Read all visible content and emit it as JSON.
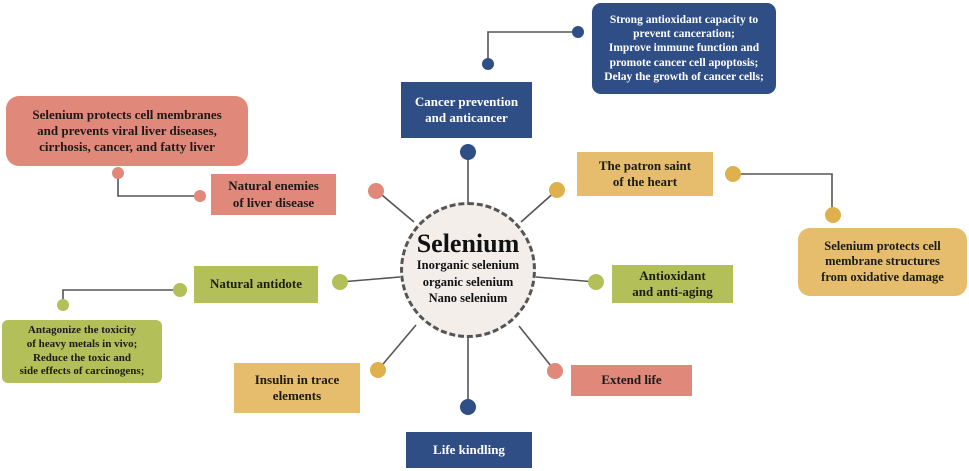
{
  "center": {
    "title": "Selenium",
    "lines": [
      "Inorganic selenium",
      "organic selenium",
      "Nano selenium"
    ]
  },
  "branches": {
    "cancer": {
      "label": "Cancer prevention\nand anticancer",
      "detail": "Strong antioxidant capacity to\nprevent canceration;\nImprove immune function and\npromote cancer cell apoptosis;\nDelay the growth of cancer cells;"
    },
    "heart": {
      "label": "The patron saint\nof the heart",
      "detail": "Selenium protects cell\nmembrane structures\nfrom oxidative damage"
    },
    "liver": {
      "label": "Natural enemies\nof liver disease",
      "detail": "Selenium protects cell membranes\nand prevents viral liver diseases,\ncirrhosis, cancer, and fatty liver"
    },
    "antidote": {
      "label": "Natural antidote",
      "detail": "Antagonize the toxicity\nof heavy metals in vivo;\nReduce the toxic and\nside effects of carcinogens;"
    },
    "antioxidant": {
      "label": "Antioxidant\nand anti-aging"
    },
    "extend_life": {
      "label": "Extend life"
    },
    "insulin": {
      "label": "Insulin in trace\nelements"
    },
    "life_kindling": {
      "label": "Life kindling"
    }
  },
  "colors": {
    "navy": "#2f4e86",
    "salmon": "#e0887a",
    "gold": "#e5bd6d",
    "olive": "#b3bf58",
    "center_fill": "#f3eeea",
    "line": "#555555"
  }
}
